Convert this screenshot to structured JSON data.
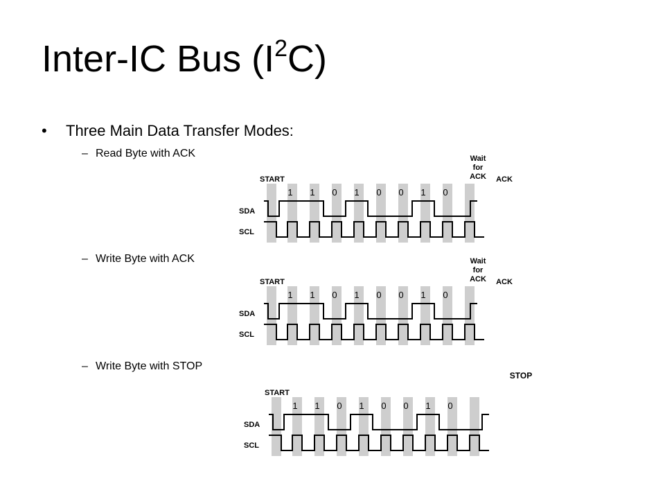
{
  "slide": {
    "title_main": "Inter-IC Bus (I",
    "title_sup": "2",
    "title_end": "C)",
    "bullet_symbol": "•",
    "bullet": "Three Main Data Transfer Modes:",
    "sub_dash": "–",
    "modes": [
      "Read Byte with ACK",
      "Write Byte with ACK",
      "Write Byte with STOP"
    ]
  },
  "diagrams": [
    {
      "start_label": "START",
      "wait_label": [
        "Wait",
        "for",
        "ACK"
      ],
      "end_label": "ACK",
      "bits": [
        "1",
        "1",
        "0",
        "1",
        "0",
        "0",
        "1",
        "0"
      ],
      "sda_label": "SDA",
      "scl_label": "SCL"
    },
    {
      "start_label": "START",
      "wait_label": [
        "Wait",
        "for",
        "ACK"
      ],
      "end_label": "ACK",
      "bits": [
        "1",
        "1",
        "0",
        "1",
        "0",
        "0",
        "1",
        "0"
      ],
      "sda_label": "SDA",
      "scl_label": "SCL"
    },
    {
      "start_label": "START",
      "end_label": "STOP",
      "bits": [
        "1",
        "1",
        "0",
        "1",
        "0",
        "0",
        "1",
        "0"
      ],
      "sda_label": "SDA",
      "scl_label": "SCL"
    }
  ]
}
